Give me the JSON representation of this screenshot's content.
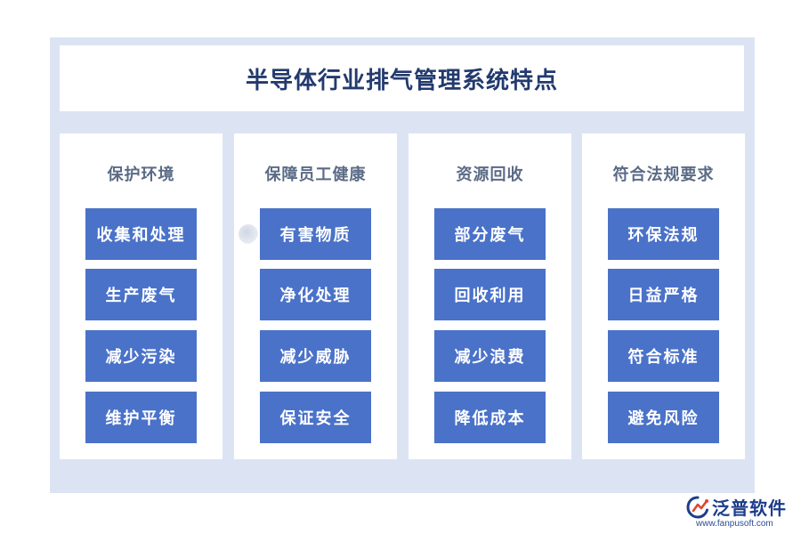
{
  "title": "半导体行业排气管理系统特点",
  "columns": [
    {
      "header": "保护环境",
      "items": [
        "收集和处理",
        "生产废气",
        "减少污染",
        "维护平衡"
      ]
    },
    {
      "header": "保障员工健康",
      "items": [
        "有害物质",
        "净化处理",
        "减少威胁",
        "保证安全"
      ]
    },
    {
      "header": "资源回收",
      "items": [
        "部分废气",
        "回收利用",
        "减少浪费",
        "降低成本"
      ]
    },
    {
      "header": "符合法规要求",
      "items": [
        "环保法规",
        "日益严格",
        "符合标准",
        "避免风险"
      ]
    }
  ],
  "brand": {
    "name": "泛普软件",
    "url": "www.fanpusoft.com"
  },
  "colors": {
    "background_frame": "#dce4f4",
    "item_fill": "#4a72c9",
    "title_text": "#233a6e",
    "header_text": "#5b6b86",
    "brand_text": "#1c3d8a"
  }
}
